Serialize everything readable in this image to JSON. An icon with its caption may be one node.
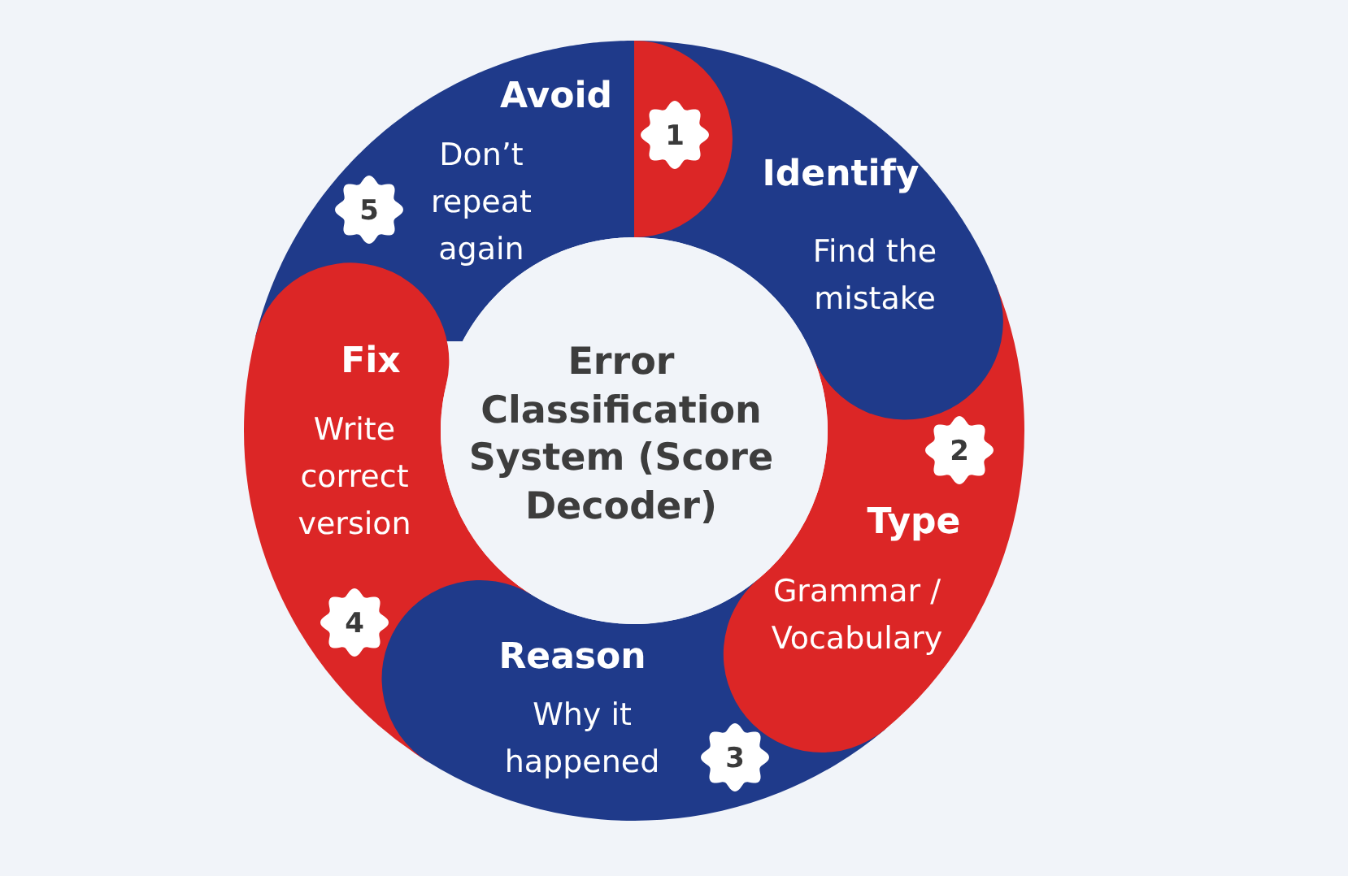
{
  "diagram": {
    "nodes": [
      {
        "text": [
          "Error Classification System (Score Decoder)"
        ]
      },
      {
        "text": [
          "Identify",
          "Find the mistake"
        ]
      },
      {
        "text": [
          "Type",
          "Grammar / Vocabulary"
        ]
      },
      {
        "text": [
          "Reason",
          "Why it happened"
        ]
      },
      {
        "text": [
          "Fix",
          "Write correct version"
        ]
      },
      {
        "text": [
          "Avoid",
          "Don’t repeat again"
        ]
      },
      {
        "text": [
          "1"
        ],
        "in": 1
      },
      {
        "text": [
          "2"
        ],
        "in": 2
      },
      {
        "text": [
          "3"
        ],
        "in": 3
      },
      {
        "text": [
          "4"
        ],
        "in": 4
      },
      {
        "text": [
          "5"
        ],
        "in": 5
      }
    ]
  }
}
